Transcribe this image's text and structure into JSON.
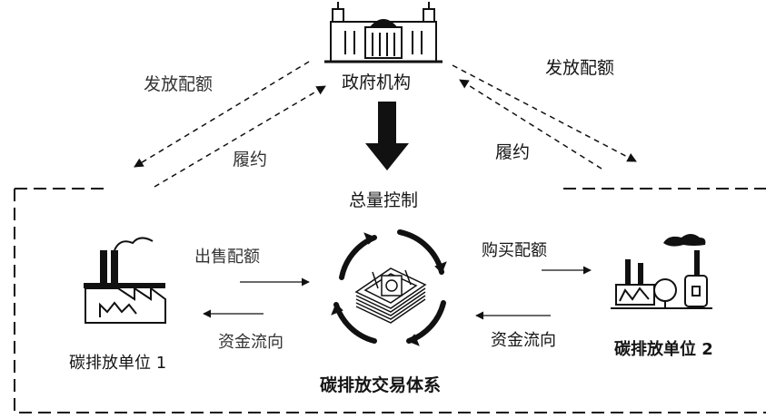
{
  "government": {
    "label": "政府机构",
    "issue_left": "发放配额",
    "issue_right": "发放配额",
    "comply_left": "履约",
    "comply_right": "履约"
  },
  "market": {
    "cap_label": "总量控制",
    "system_label": "碳排放交易体系",
    "sell_label": "出售配额",
    "buy_label": "购买配额",
    "fund_left": "资金流向",
    "fund_right": "资金流向"
  },
  "units": {
    "unit1": "碳排放单位 1",
    "unit2": "碳排放单位 2"
  }
}
